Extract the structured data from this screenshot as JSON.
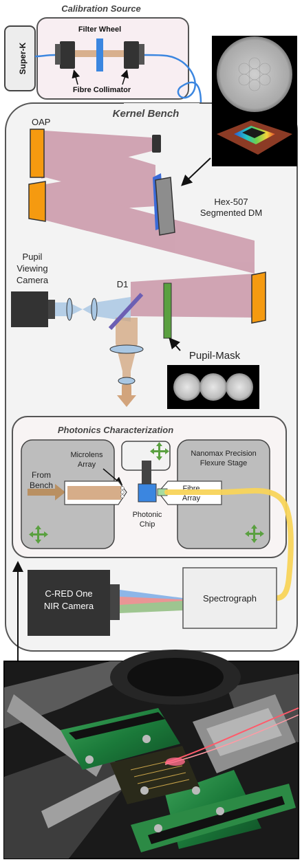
{
  "calibration": {
    "title": "Calibration Source",
    "filter_wheel": "Filter Wheel",
    "fibre_collimator": "Fibre Collimator",
    "super_k": "Super-K"
  },
  "kernel": {
    "title": "Kernel Bench",
    "oap": "OAP",
    "hex_line1": "Hex-507",
    "hex_line2": "Segmented DM",
    "pupil_cam_line1": "Pupil",
    "pupil_cam_line2": "Viewing",
    "pupil_cam_line3": "Camera",
    "d1": "D1",
    "pupil_mask": "Pupil-Mask"
  },
  "photonics": {
    "title": "Photonics Characterization",
    "microlens_line1": "Microlens",
    "microlens_line2": "Array",
    "nanomax_line1": "Nanomax Precision",
    "nanomax_line2": "Flexure Stage",
    "from_bench_line1": "From",
    "from_bench_line2": "Bench",
    "fibre_line1": "Fibre",
    "fibre_line2": "Array",
    "chip_line1": "Photonic",
    "chip_line2": "Chip"
  },
  "detector": {
    "camera_line1": "C-RED One",
    "camera_line2": "NIR Camera",
    "spectrograph": "Spectrograph"
  },
  "colors": {
    "beam_pink": "#b5657f",
    "beam_blue": "#a9c7e3",
    "beam_tan": "#d2a47c",
    "oap_orange": "#f59a10",
    "fibre_blue": "#3b86e0",
    "fibre_yellow": "#f8d45a",
    "mask_green": "#5aa040",
    "stage_grey": "#bdbdbd"
  }
}
